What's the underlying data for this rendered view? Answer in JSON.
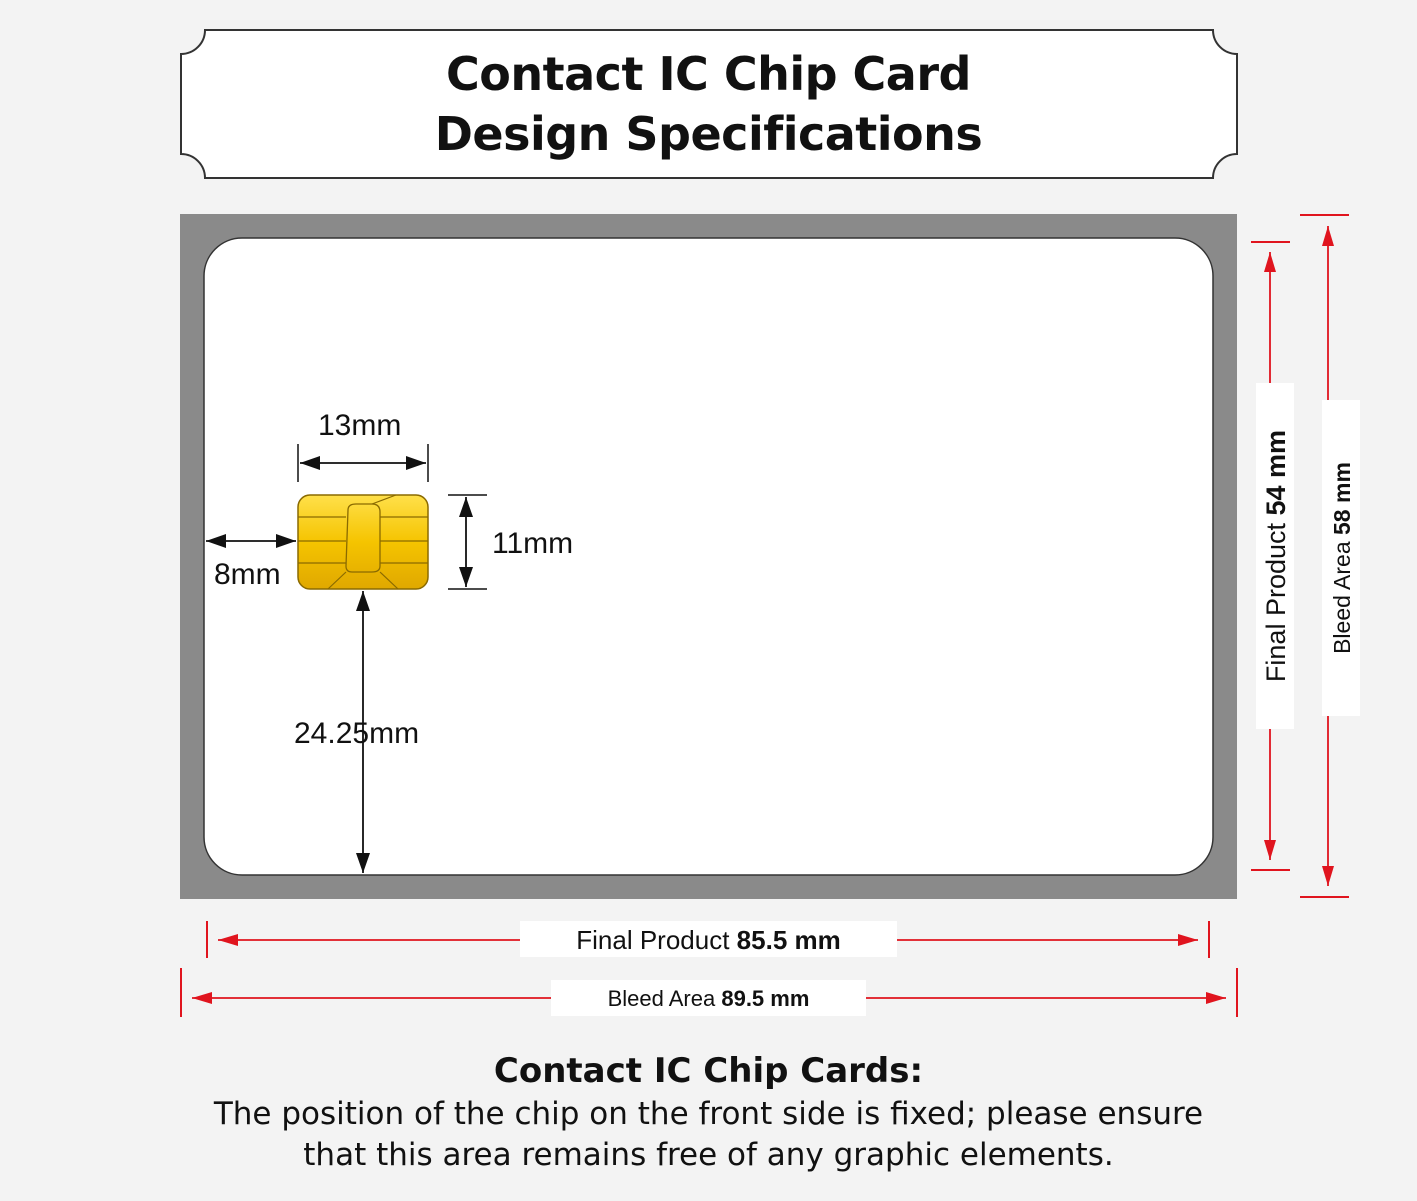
{
  "title": {
    "line1": "Contact IC Chip Card",
    "line2": "Design Specifications"
  },
  "chip": {
    "width_label": "13mm",
    "height_label": "11mm",
    "left_offset_label": "8mm",
    "bottom_offset_label": "24.25mm",
    "color": "#f5c400"
  },
  "dimensions": {
    "final_width": {
      "prefix": "Final Product",
      "value": "85.5 mm"
    },
    "bleed_width": {
      "prefix": "Bleed Area",
      "value": "89.5 mm"
    },
    "final_height": {
      "prefix": "Final Product",
      "value": "54 mm"
    },
    "bleed_height": {
      "prefix": "Bleed Area",
      "value": "58 mm"
    }
  },
  "note": {
    "heading": "Contact IC Chip Cards:",
    "line1": "The position of the chip on the front side is fixed; please ensure",
    "line2": "that this area remains free of any graphic elements."
  },
  "colors": {
    "bleed": "#8a8a8a",
    "arrow_red": "#e0141e",
    "card": "#ffffff"
  },
  "icons": [
    "chip-icon",
    "arrow-icon"
  ]
}
